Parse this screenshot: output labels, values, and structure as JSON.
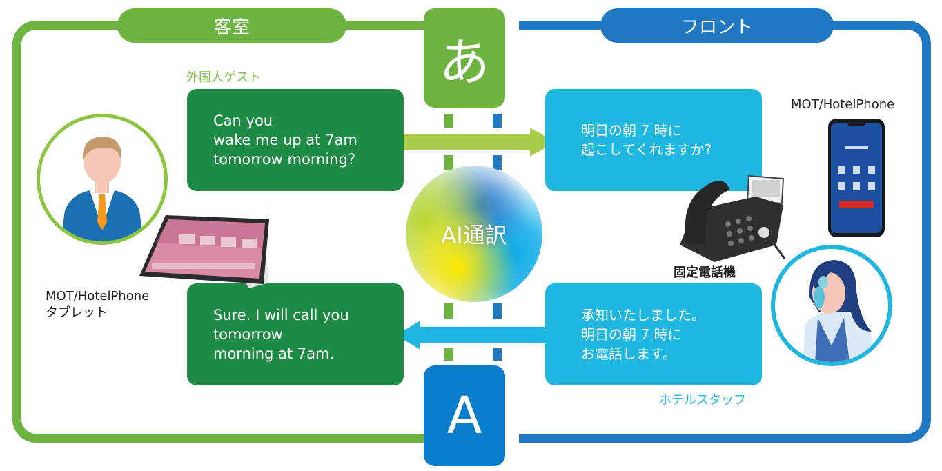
{
  "sections": {
    "room_label": "客室",
    "front_label": "フロント"
  },
  "language_boxes": {
    "japanese_glyph": "あ",
    "english_glyph": "A"
  },
  "center": {
    "ai_label": "AI通訳"
  },
  "guest": {
    "role_label": "外国人ゲスト",
    "device_label_line1": "MOT/HotelPhone",
    "device_label_line2": "タブレット",
    "question_lines": [
      "Can you",
      "wake me up at 7am",
      "tomorrow morning?"
    ],
    "answer_lines": [
      "Sure. I will call you",
      "tomorrow",
      "morning at 7am."
    ]
  },
  "staff": {
    "role_label": "ホテルスタッフ",
    "mobile_label": "MOT/HotelPhone",
    "desk_phone_label": "固定電話機",
    "question_lines": [
      "明日の朝 7 時に",
      "起こしてくれますか?"
    ],
    "answer_lines": [
      "承知いたしました。",
      "明日の朝 7 時に",
      "お電話します。"
    ]
  },
  "colors": {
    "room_green": "#6db33f",
    "guest_bubble_green": "#1e8b45",
    "front_blue": "#1f78c1",
    "staff_bubble_cyan": "#1fb6df",
    "arrow_light_green": "#a6cc4a",
    "arrow_cyan": "#1fb6df"
  }
}
